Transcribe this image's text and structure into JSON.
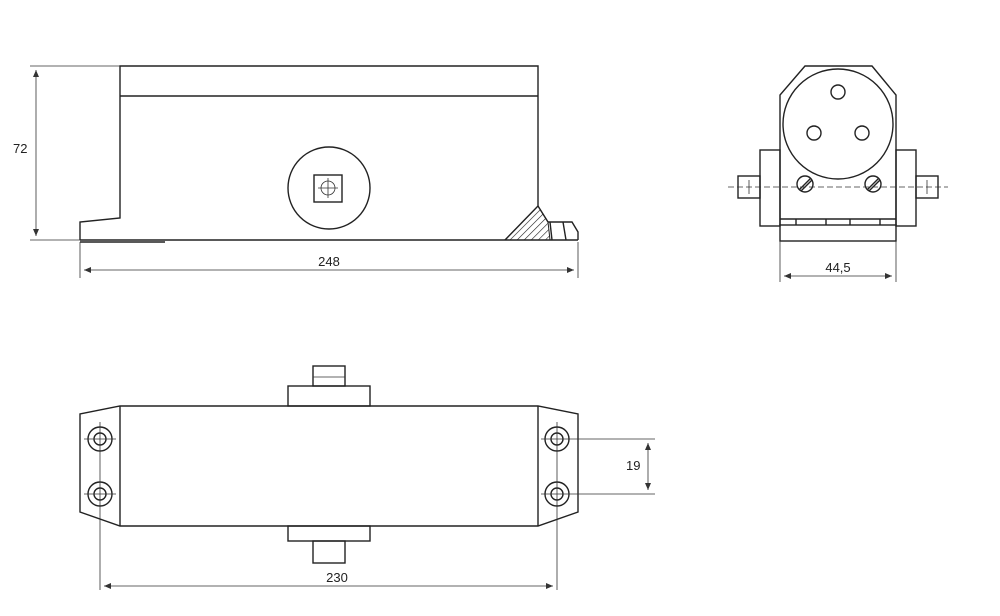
{
  "dimensions": {
    "height": "72",
    "length": "248",
    "width": "44,5",
    "hole_spacing_vertical": "19",
    "hole_spacing_horizontal": "230"
  }
}
